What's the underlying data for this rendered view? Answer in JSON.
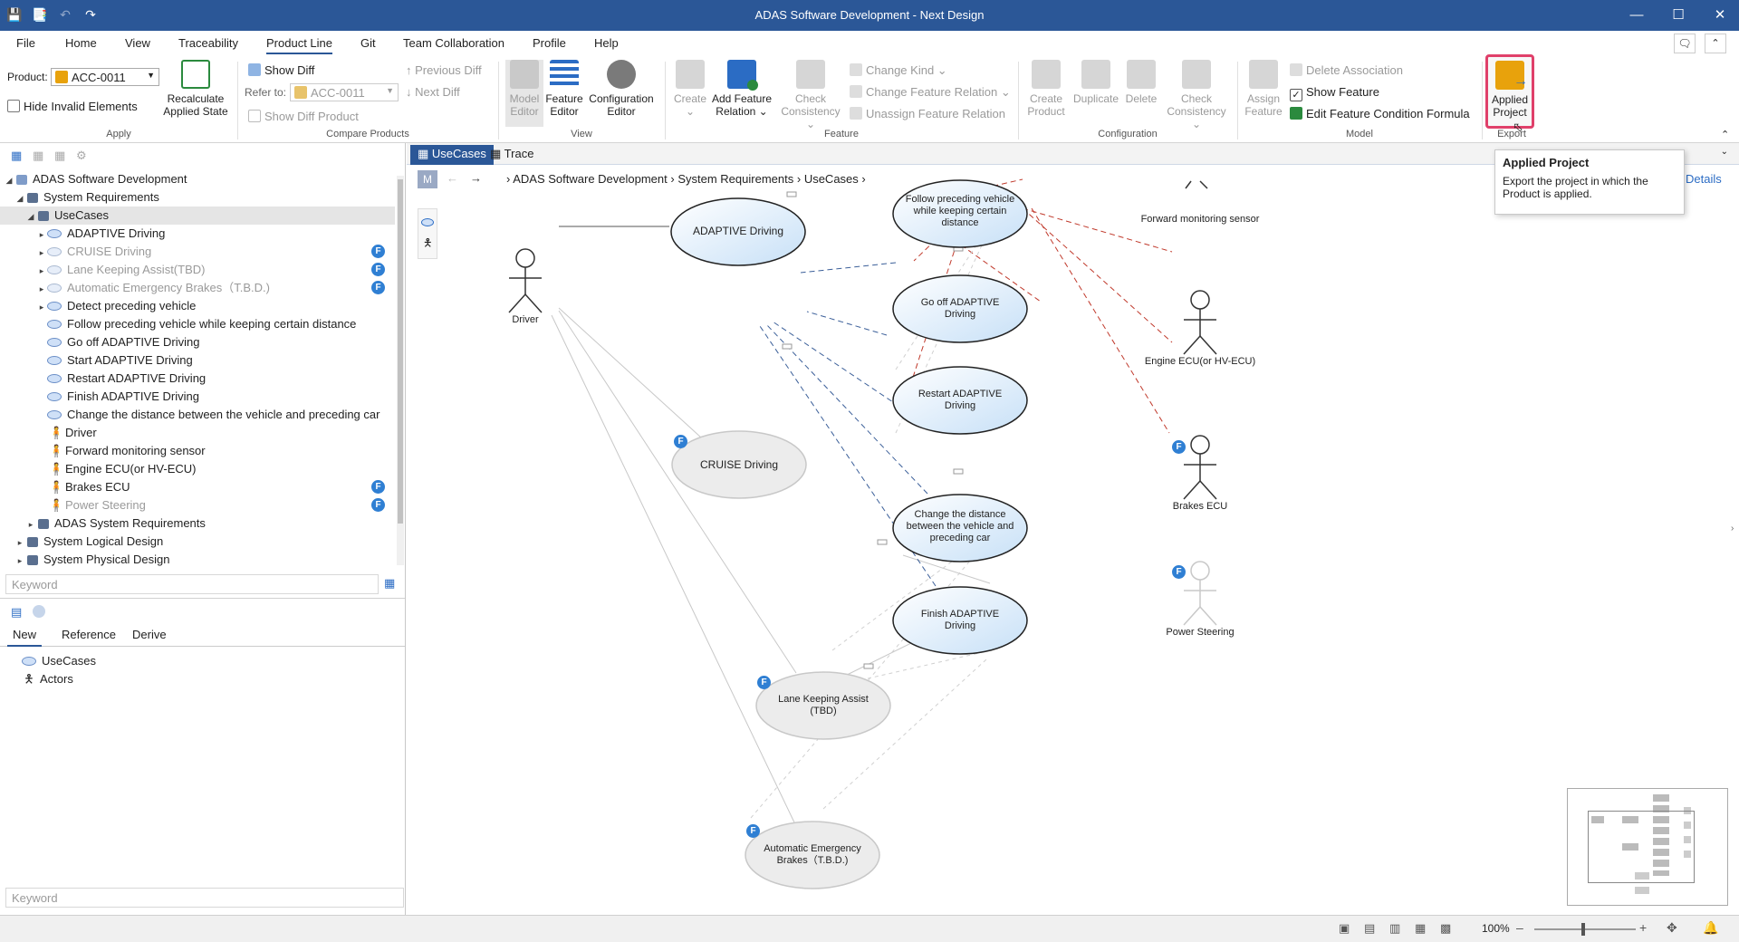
{
  "window": {
    "title": "ADAS Software Development - Next Design"
  },
  "menus": [
    "File",
    "Home",
    "View",
    "Traceability",
    "Product Line",
    "Git",
    "Team Collaboration",
    "Profile",
    "Help"
  ],
  "ribbon": {
    "apply": {
      "product_label": "Product:",
      "product_value": "ACC-0011",
      "hide_invalid": "Hide Invalid Elements",
      "recalc1": "Recalculate",
      "recalc2": "Applied State",
      "group": "Apply"
    },
    "compare": {
      "show_diff": "Show Diff",
      "refer_to": "Refer to:",
      "refer_value": "ACC-0011",
      "prev_diff": "Previous Diff",
      "next_diff": "Next Diff",
      "show_diff_product": "Show Diff Product",
      "group": "Compare Products"
    },
    "view": {
      "model1": "Model",
      "model2": "Editor",
      "feature1": "Feature",
      "feature2": "Editor",
      "config1": "Configuration",
      "config2": "Editor",
      "group": "View"
    },
    "feature": {
      "create": "Create",
      "add1": "Add Feature",
      "add2": "Relation",
      "check1": "Check",
      "check2": "Consistency",
      "change_kind": "Change Kind",
      "change_rel": "Change Feature Relation",
      "unassign": "Unassign Feature Relation",
      "group": "Feature"
    },
    "configuration": {
      "create1": "Create",
      "create2": "Product",
      "duplicate": "Duplicate",
      "delete": "Delete",
      "check1": "Check",
      "check2": "Consistency",
      "group": "Configuration"
    },
    "model": {
      "assign1": "Assign",
      "assign2": "Feature",
      "delete_assoc": "Delete Association",
      "show_feature": "Show Feature",
      "edit_formula": "Edit Feature Condition Formula",
      "group": "Model"
    },
    "export": {
      "applied1": "Applied",
      "applied2": "Project",
      "group": "Export"
    }
  },
  "tree": [
    {
      "label": "ADAS Software Development",
      "icon": "project-icon"
    },
    {
      "label": "System Requirements",
      "icon": "list-icon"
    },
    {
      "label": "UseCases",
      "icon": "usecase-diagram-icon"
    },
    {
      "label": "ADAPTIVE Driving",
      "icon": "usecase-icon"
    },
    {
      "label": "CRUISE Driving",
      "icon": "usecase-icon"
    },
    {
      "label": "Lane Keeping Assist(TBD)",
      "icon": "usecase-icon"
    },
    {
      "label": "Automatic Emergency Brakes（T.B.D.)",
      "icon": "usecase-icon"
    },
    {
      "label": "Detect preceding vehicle",
      "icon": "usecase-icon"
    },
    {
      "label": "Follow preceding vehicle while keeping certain distance",
      "icon": "usecase-icon"
    },
    {
      "label": "Go off ADAPTIVE Driving",
      "icon": "usecase-icon"
    },
    {
      "label": "Start ADAPTIVE Driving",
      "icon": "usecase-icon"
    },
    {
      "label": "Restart ADAPTIVE Driving",
      "icon": "usecase-icon"
    },
    {
      "label": "Finish ADAPTIVE Driving",
      "icon": "usecase-icon"
    },
    {
      "label": "Change the distance between the vehicle and preceding car",
      "icon": "usecase-icon"
    },
    {
      "label": "Driver",
      "icon": "actor-icon"
    },
    {
      "label": "Forward monitoring sensor",
      "icon": "actor-icon"
    },
    {
      "label": "Engine ECU(or HV-ECU)",
      "icon": "actor-icon"
    },
    {
      "label": "Brakes ECU",
      "icon": "actor-icon"
    },
    {
      "label": "Power Steering",
      "icon": "actor-icon"
    },
    {
      "label": "ADAS System Requirements",
      "icon": "diagram-icon"
    },
    {
      "label": "System Logical Design",
      "icon": "list-icon"
    },
    {
      "label": "System Physical Design",
      "icon": "list-icon"
    }
  ],
  "left_panel": {
    "keyword_placeholder": "Keyword",
    "tabs": [
      "New",
      "Reference",
      "Derive"
    ],
    "new_items": [
      "UseCases",
      "Actors"
    ],
    "bottom_keyword_placeholder": "Keyword",
    "feature_badge": "F"
  },
  "editor": {
    "tabs": [
      "UseCases",
      "Trace"
    ],
    "m_button": "M",
    "breadcrumb": [
      "ADAS Software Development",
      "System Requirements",
      "UseCases"
    ],
    "details_link": "Details"
  },
  "diagram": {
    "usecases": {
      "adaptive": "ADAPTIVE Driving",
      "follow": "Follow preceding vehicle while keeping certain distance",
      "gooff": "Go off ADAPTIVE Driving",
      "restart": "Restart ADAPTIVE Driving",
      "cruise": "CRUISE Driving",
      "change": "Change the distance between the vehicle and preceding car",
      "finish": "Finish ADAPTIVE Driving",
      "lka": "Lane Keeping Assist (TBD)",
      "aeb": "Automatic Emergency Brakes（T.B.D.)"
    },
    "actors": {
      "driver": "Driver",
      "forward": "Forward monitoring sensor",
      "engine": "Engine ECU(or HV-ECU)",
      "brakes": "Brakes ECU",
      "power": "Power Steering"
    }
  },
  "tooltip": {
    "title": "Applied Project",
    "body": "Export the project in which the Product is applied."
  },
  "statusbar": {
    "zoom": "100%"
  }
}
